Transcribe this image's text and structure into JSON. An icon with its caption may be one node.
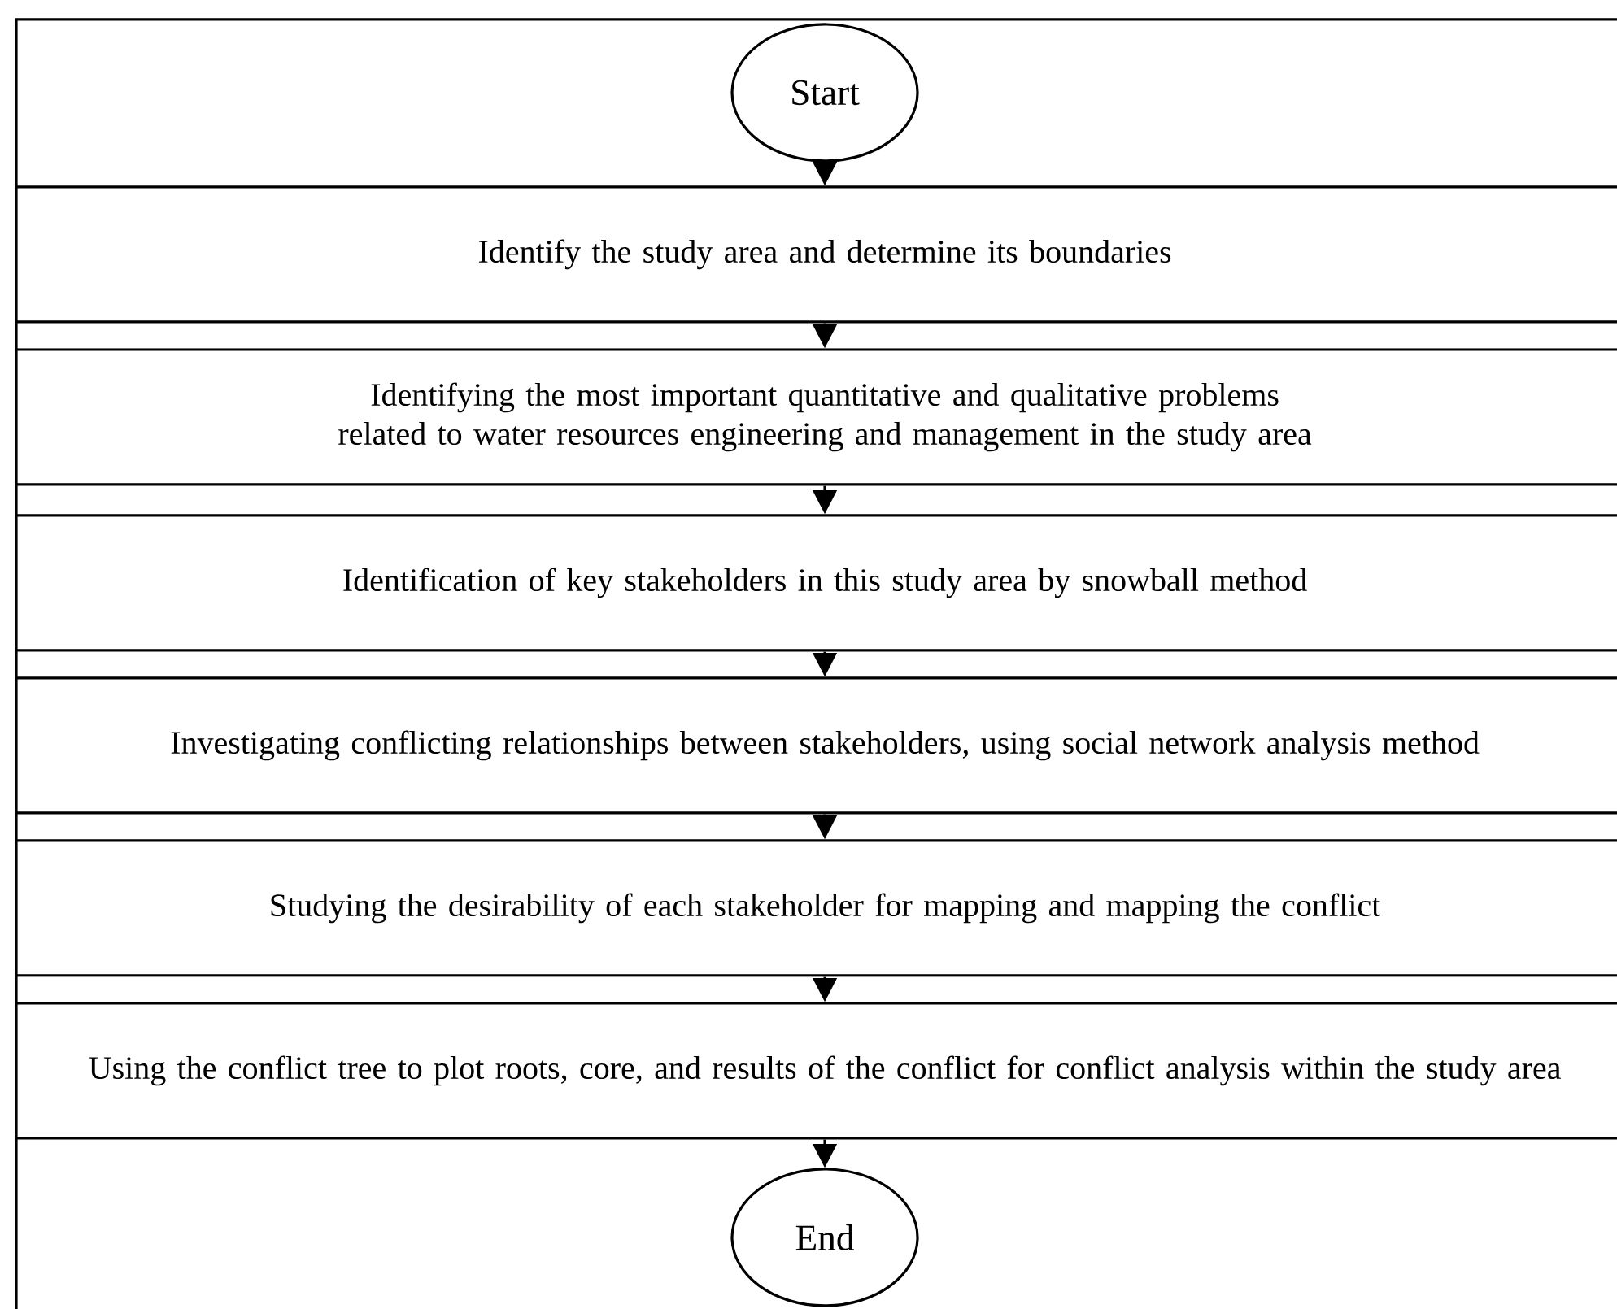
{
  "diagram": {
    "nodes": [
      {
        "text": [
          "Start"
        ]
      },
      {
        "text": [
          "Identify the study area and determine its boundaries"
        ]
      },
      {
        "text": [
          "Identifying the most important quantitative and qualitative problems related to water resources engineering and management in the study area"
        ]
      },
      {
        "text": [
          "Identification of key stakeholders in this study area by snowball method"
        ]
      },
      {
        "text": [
          "Investigating conflicting relationships between stakeholders, using social network analysis method"
        ]
      },
      {
        "text": [
          "Studying the desirability of each stakeholder for mapping and mapping the conflict"
        ]
      },
      {
        "text": [
          "Using the conflict tree to plot roots, core, and results of the conflict for conflict analysis within the study area"
        ]
      },
      {
        "text": [
          "End"
        ]
      }
    ],
    "edges": [
      {
        "from": 0,
        "to": 1,
        "arrow": "to"
      },
      {
        "from": 1,
        "to": 2,
        "arrow": "to"
      },
      {
        "from": 2,
        "to": 3,
        "arrow": "to"
      },
      {
        "from": 3,
        "to": 4,
        "arrow": "to"
      },
      {
        "from": 4,
        "to": 5,
        "arrow": "to"
      },
      {
        "from": 5,
        "to": 6,
        "arrow": "to"
      },
      {
        "from": 6,
        "to": 7,
        "arrow": "to"
      }
    ]
  }
}
